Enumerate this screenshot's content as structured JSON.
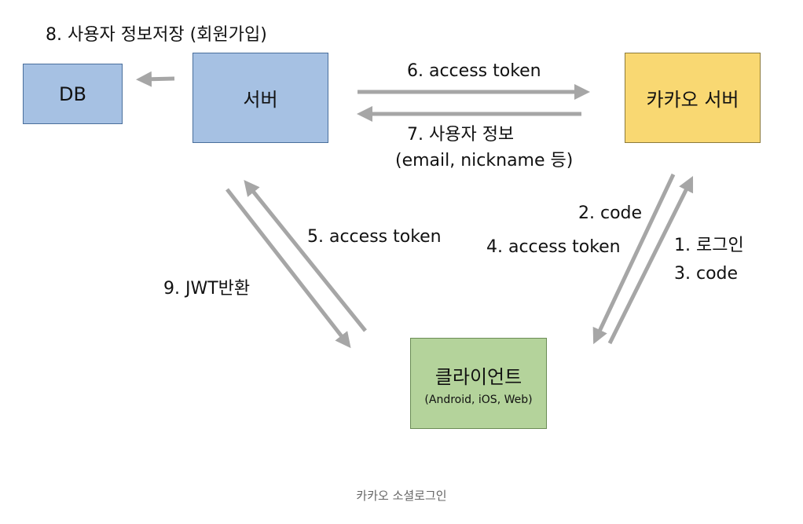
{
  "boxes": {
    "db": "DB",
    "server": "서버",
    "kakao_server": "카카오 서버",
    "client": "클라이언트",
    "client_platforms": "(Android, iOS, Web)"
  },
  "labels": {
    "step8_save": "8. 사용자 정보저장 (회원가입)",
    "step6_access_token": "6. access token",
    "step7_user_info": "7. 사용자 정보",
    "step7_user_info_detail": "(email, nickname 등)",
    "step2_code": "2. code",
    "step5_access_token": "5. access token",
    "step4_access_token": "4. access token",
    "step1_login": "1. 로그인",
    "step3_code": "3. code",
    "step9_jwt": "9. JWT반환"
  },
  "caption": "카카오 소셜로그인",
  "colors": {
    "db_box": "#a6c1e3",
    "server_box": "#a6c1e3",
    "kakao_box": "#f9d872",
    "client_box": "#b4d39b",
    "arrow": "#a6a6a6"
  }
}
